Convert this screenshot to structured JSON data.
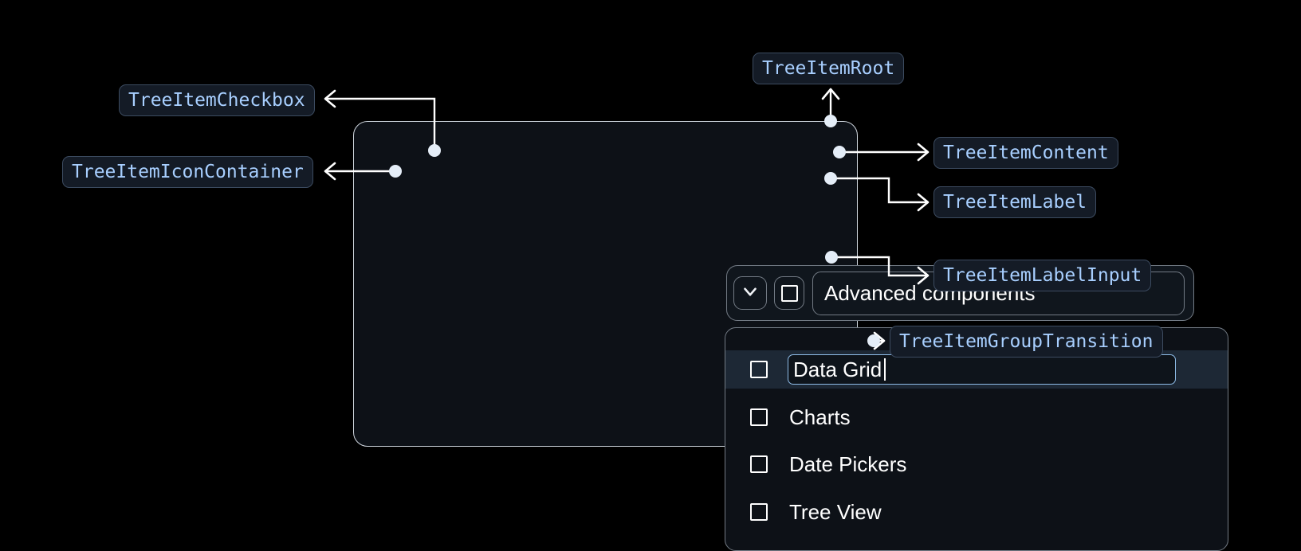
{
  "theme": {
    "page_background": "#000000",
    "badge_fill": "#141b26",
    "badge_border": "#3c4b60",
    "badge_text": "#a8cfff",
    "widget_background": "#0d1117",
    "outer_border": "#cfd6de",
    "inner_border": "#737b85",
    "selected_row_background": "#1d2835",
    "input_focus_border": "#8fbde9",
    "connector_color": "#ffffff",
    "body_text": "#ffffff"
  },
  "annotations": [
    {
      "id": "tree-item-checkbox",
      "label": "TreeItemCheckbox",
      "arrow_direction": "left"
    },
    {
      "id": "tree-item-icon-container",
      "label": "TreeItemIconContainer",
      "arrow_direction": "left"
    },
    {
      "id": "tree-item-root",
      "label": "TreeItemRoot",
      "arrow_direction": "up"
    },
    {
      "id": "tree-item-content",
      "label": "TreeItemContent",
      "arrow_direction": "right"
    },
    {
      "id": "tree-item-label",
      "label": "TreeItemLabel",
      "arrow_direction": "right"
    },
    {
      "id": "tree-item-label-input",
      "label": "TreeItemLabelInput",
      "arrow_direction": "right"
    },
    {
      "id": "tree-item-group-transition",
      "label": "TreeItemGroupTransition",
      "arrow_direction": "right"
    }
  ],
  "tree": {
    "root_item": {
      "expand_icon": "chevron-down-icon",
      "checkbox_state": "unchecked",
      "label": "Advanced components",
      "expanded": true
    },
    "children": [
      {
        "label": "Data Grid",
        "checkbox_state": "unchecked",
        "selected": true,
        "editing": true,
        "input_value": "Data Grid"
      },
      {
        "label": "Charts",
        "checkbox_state": "unchecked",
        "selected": false,
        "editing": false
      },
      {
        "label": "Date Pickers",
        "checkbox_state": "unchecked",
        "selected": false,
        "editing": false
      },
      {
        "label": "Tree View",
        "checkbox_state": "unchecked",
        "selected": false,
        "editing": false
      }
    ]
  }
}
